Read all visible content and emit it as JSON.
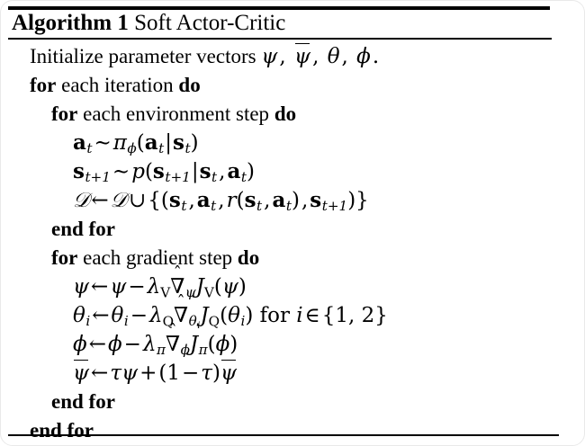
{
  "figure": {
    "kind": "algorithm-pseudocode-box",
    "label": "Algorithm 1",
    "name": "Soft Actor-Critic",
    "rules": {
      "top": "thick",
      "middle": "thin",
      "bottom": "thin"
    }
  },
  "lines": [
    {
      "id": "line-initialize",
      "indent": 0,
      "text": "Initialize parameter vectors ψ, ψ̄, θ, ϕ.",
      "keywords": [
        "Initialize"
      ]
    },
    {
      "id": "line-for-iteration",
      "indent": 0,
      "text": "for each iteration do",
      "keywords": [
        "for",
        "do"
      ]
    },
    {
      "id": "line-for-environment-step",
      "indent": 1,
      "text": "for each environment step do",
      "keywords": [
        "for",
        "do"
      ]
    },
    {
      "id": "line-sample-action",
      "indent": 2,
      "text": "a_t ~ π_ϕ(a_t|s_t)"
    },
    {
      "id": "line-sample-next-state",
      "indent": 2,
      "text": "s_{t+1} ~ p(s_{t+1}|s_t, a_t)"
    },
    {
      "id": "line-append-buffer",
      "indent": 2,
      "text": "D ← D ∪ {(s_t, a_t, r(s_t, a_t), s_{t+1})}"
    },
    {
      "id": "line-end-for-environment",
      "indent": 1,
      "text": "end for",
      "keywords": [
        "end",
        "for"
      ]
    },
    {
      "id": "line-for-gradient-step",
      "indent": 1,
      "text": "for each gradient step do",
      "keywords": [
        "for",
        "do"
      ]
    },
    {
      "id": "line-update-psi",
      "indent": 2,
      "text": "ψ ← ψ − λ_V ∇̂_ψ J_V(ψ)"
    },
    {
      "id": "line-update-theta",
      "indent": 2,
      "text": "θ_i ← θ_i − λ_Q ∇̂_{θ_i} J_Q(θ_i) for i ∈ {1, 2}"
    },
    {
      "id": "line-update-phi",
      "indent": 2,
      "text": "ϕ ← ϕ − λ_π ∇̂_ϕ J_π(ϕ)"
    },
    {
      "id": "line-update-target-psi",
      "indent": 2,
      "text": "ψ̄ ← τψ + (1 − τ)ψ̄"
    },
    {
      "id": "line-end-for-gradient",
      "indent": 1,
      "text": "end for",
      "keywords": [
        "end",
        "for"
      ]
    },
    {
      "id": "line-end-for-iteration",
      "indent": 0,
      "text": "end for",
      "keywords": [
        "end",
        "for"
      ]
    }
  ],
  "tokens": {
    "kw_for": "for",
    "kw_do": "do",
    "kw_end": "end",
    "word_each": "each",
    "word_iteration": "iteration",
    "word_environment_step": "environment step",
    "word_gradient_step": "gradient step",
    "initialize_prefix": "Initialize parameter vectors",
    "period": ".",
    "comma": ",",
    "for_i_in": "for",
    "sym_psi": "ψ",
    "sym_theta": "θ",
    "sym_phi": "ϕ",
    "sym_pi": "π",
    "sym_tau": "τ",
    "sym_lambda": "λ",
    "sym_nabla": "∇",
    "sym_hat": "ˆ",
    "sym_sim": "∼",
    "sym_leftarrow": "←",
    "sym_cup": "∪",
    "sym_in": "∈",
    "sym_minus": "−",
    "sym_plus": "+",
    "sym_D": "𝒟",
    "sym_J": "J",
    "sym_p": "p",
    "sym_r": "r",
    "sym_a": "a",
    "sym_s": "s",
    "sym_V": "V",
    "sym_Q": "Q",
    "sym_i": "i",
    "sym_t": "t",
    "sub_t": "t",
    "sub_t_plus_1": "t+1",
    "set_one_two": "1, 2",
    "one": "1"
  },
  "colors": {
    "text": "#000000",
    "background": "#ffffff",
    "rule": "#000000"
  }
}
